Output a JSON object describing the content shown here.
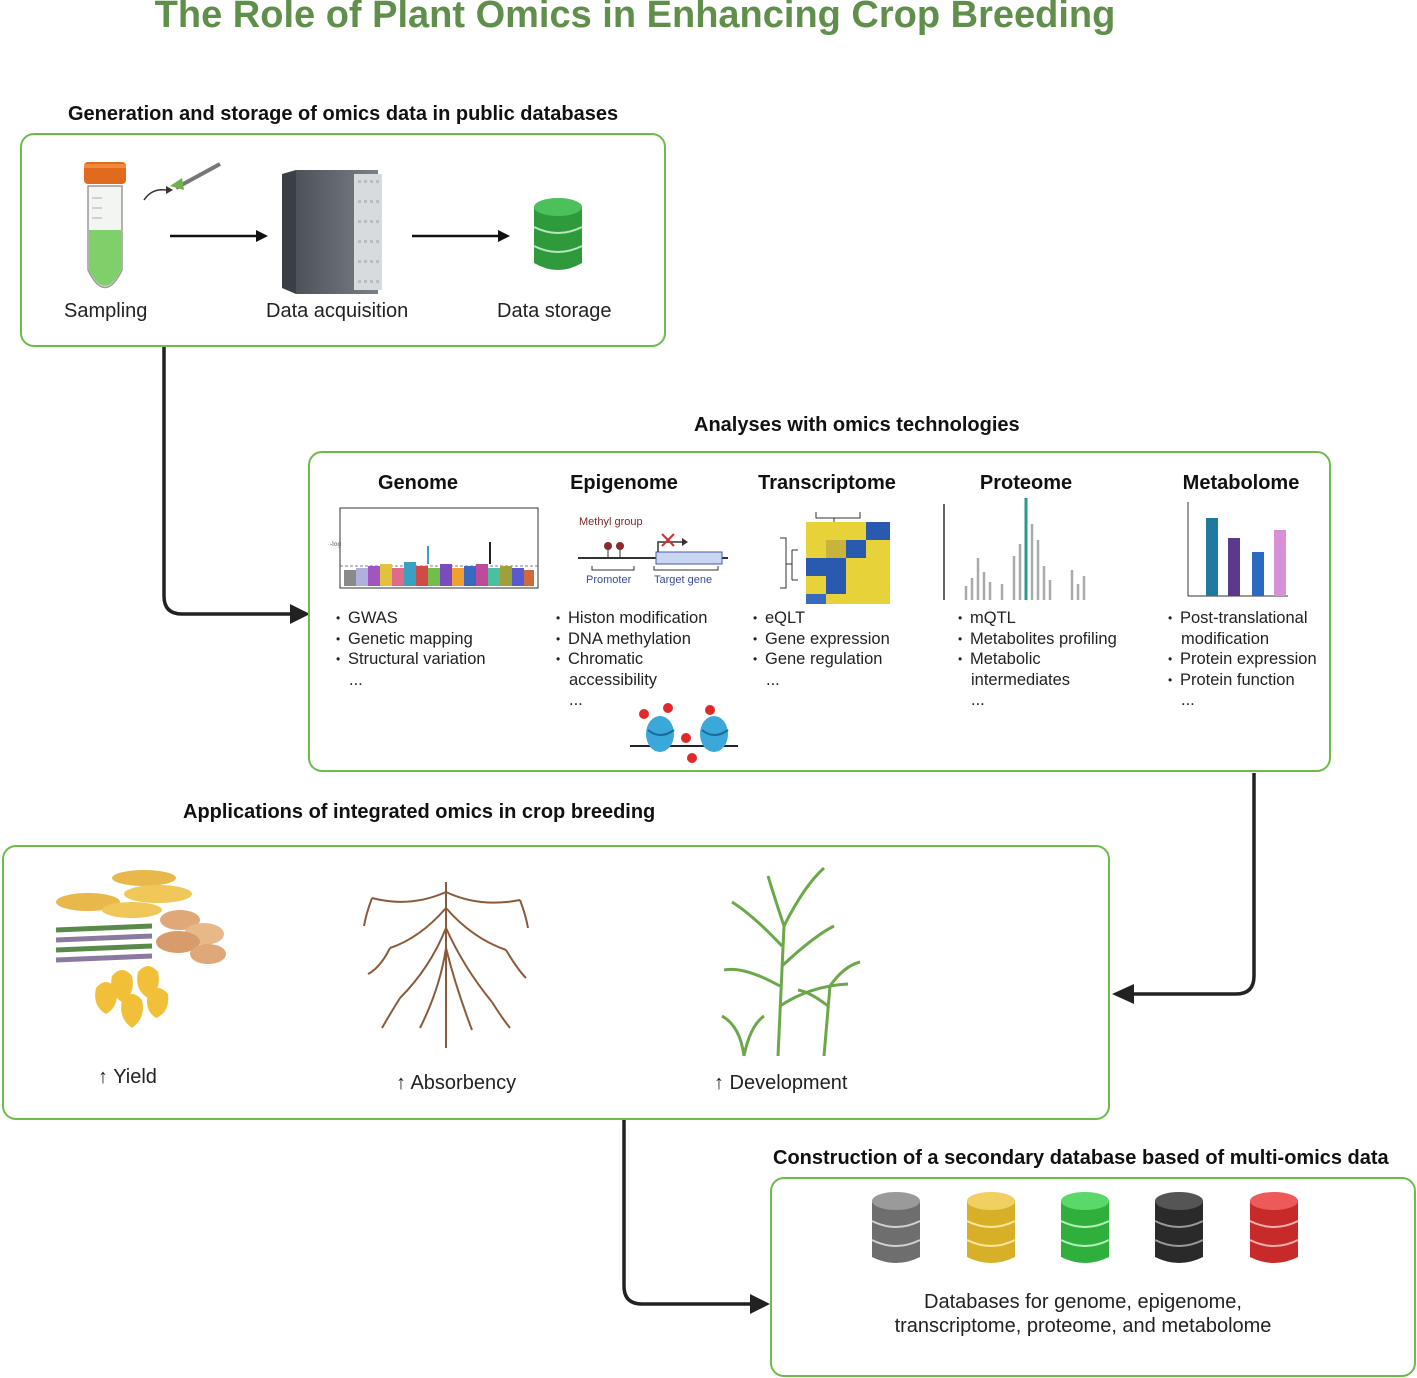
{
  "title": "The Role of Plant Omics in Enhancing Crop Breeding",
  "section1": {
    "title": "Generation and storage of omics data in public databases",
    "steps": [
      "Sampling",
      "Data acquisition",
      "Data storage"
    ]
  },
  "section2": {
    "title": "Analyses with omics technologies",
    "columns": [
      {
        "name": "Genome",
        "items": [
          "GWAS",
          "Genetic mapping",
          "Structural variation"
        ],
        "more": "..."
      },
      {
        "name": "Epigenome",
        "items": [
          "Histon modification",
          "DNA methylation",
          "Chromatic",
          "accessibility"
        ],
        "more": "...",
        "diagram": {
          "methyl": "Methyl group",
          "promoter": "Promoter",
          "target": "Target gene"
        }
      },
      {
        "name": "Transcriptome",
        "items": [
          "eQLT",
          "Gene expression",
          "Gene regulation"
        ],
        "more": "..."
      },
      {
        "name": "Proteome",
        "items": [
          "mQTL",
          "Metabolites profiling",
          "Metabolic",
          "intermediates"
        ],
        "more": "..."
      },
      {
        "name": "Metabolome",
        "items": [
          "Post-translational",
          "modification",
          "Protein expression",
          "Protein function"
        ],
        "more": "..."
      }
    ]
  },
  "section3": {
    "title": "Applications of integrated omics in crop breeding",
    "items": [
      "↑ Yield",
      "↑ Absorbency",
      "↑ Development"
    ]
  },
  "section4": {
    "title": "Construction of a secondary database based of multi-omics data",
    "caption_line1": "Databases for genome, epigenome,",
    "caption_line2": "transcriptome, proteome, and metabolome",
    "db_colors": [
      "#8a8a8a",
      "#e8c23a",
      "#3fc34a",
      "#3a3a3a",
      "#d93b3b"
    ]
  },
  "colors": {
    "accent": "#6cbc4a",
    "title": "#5f8f4a"
  }
}
